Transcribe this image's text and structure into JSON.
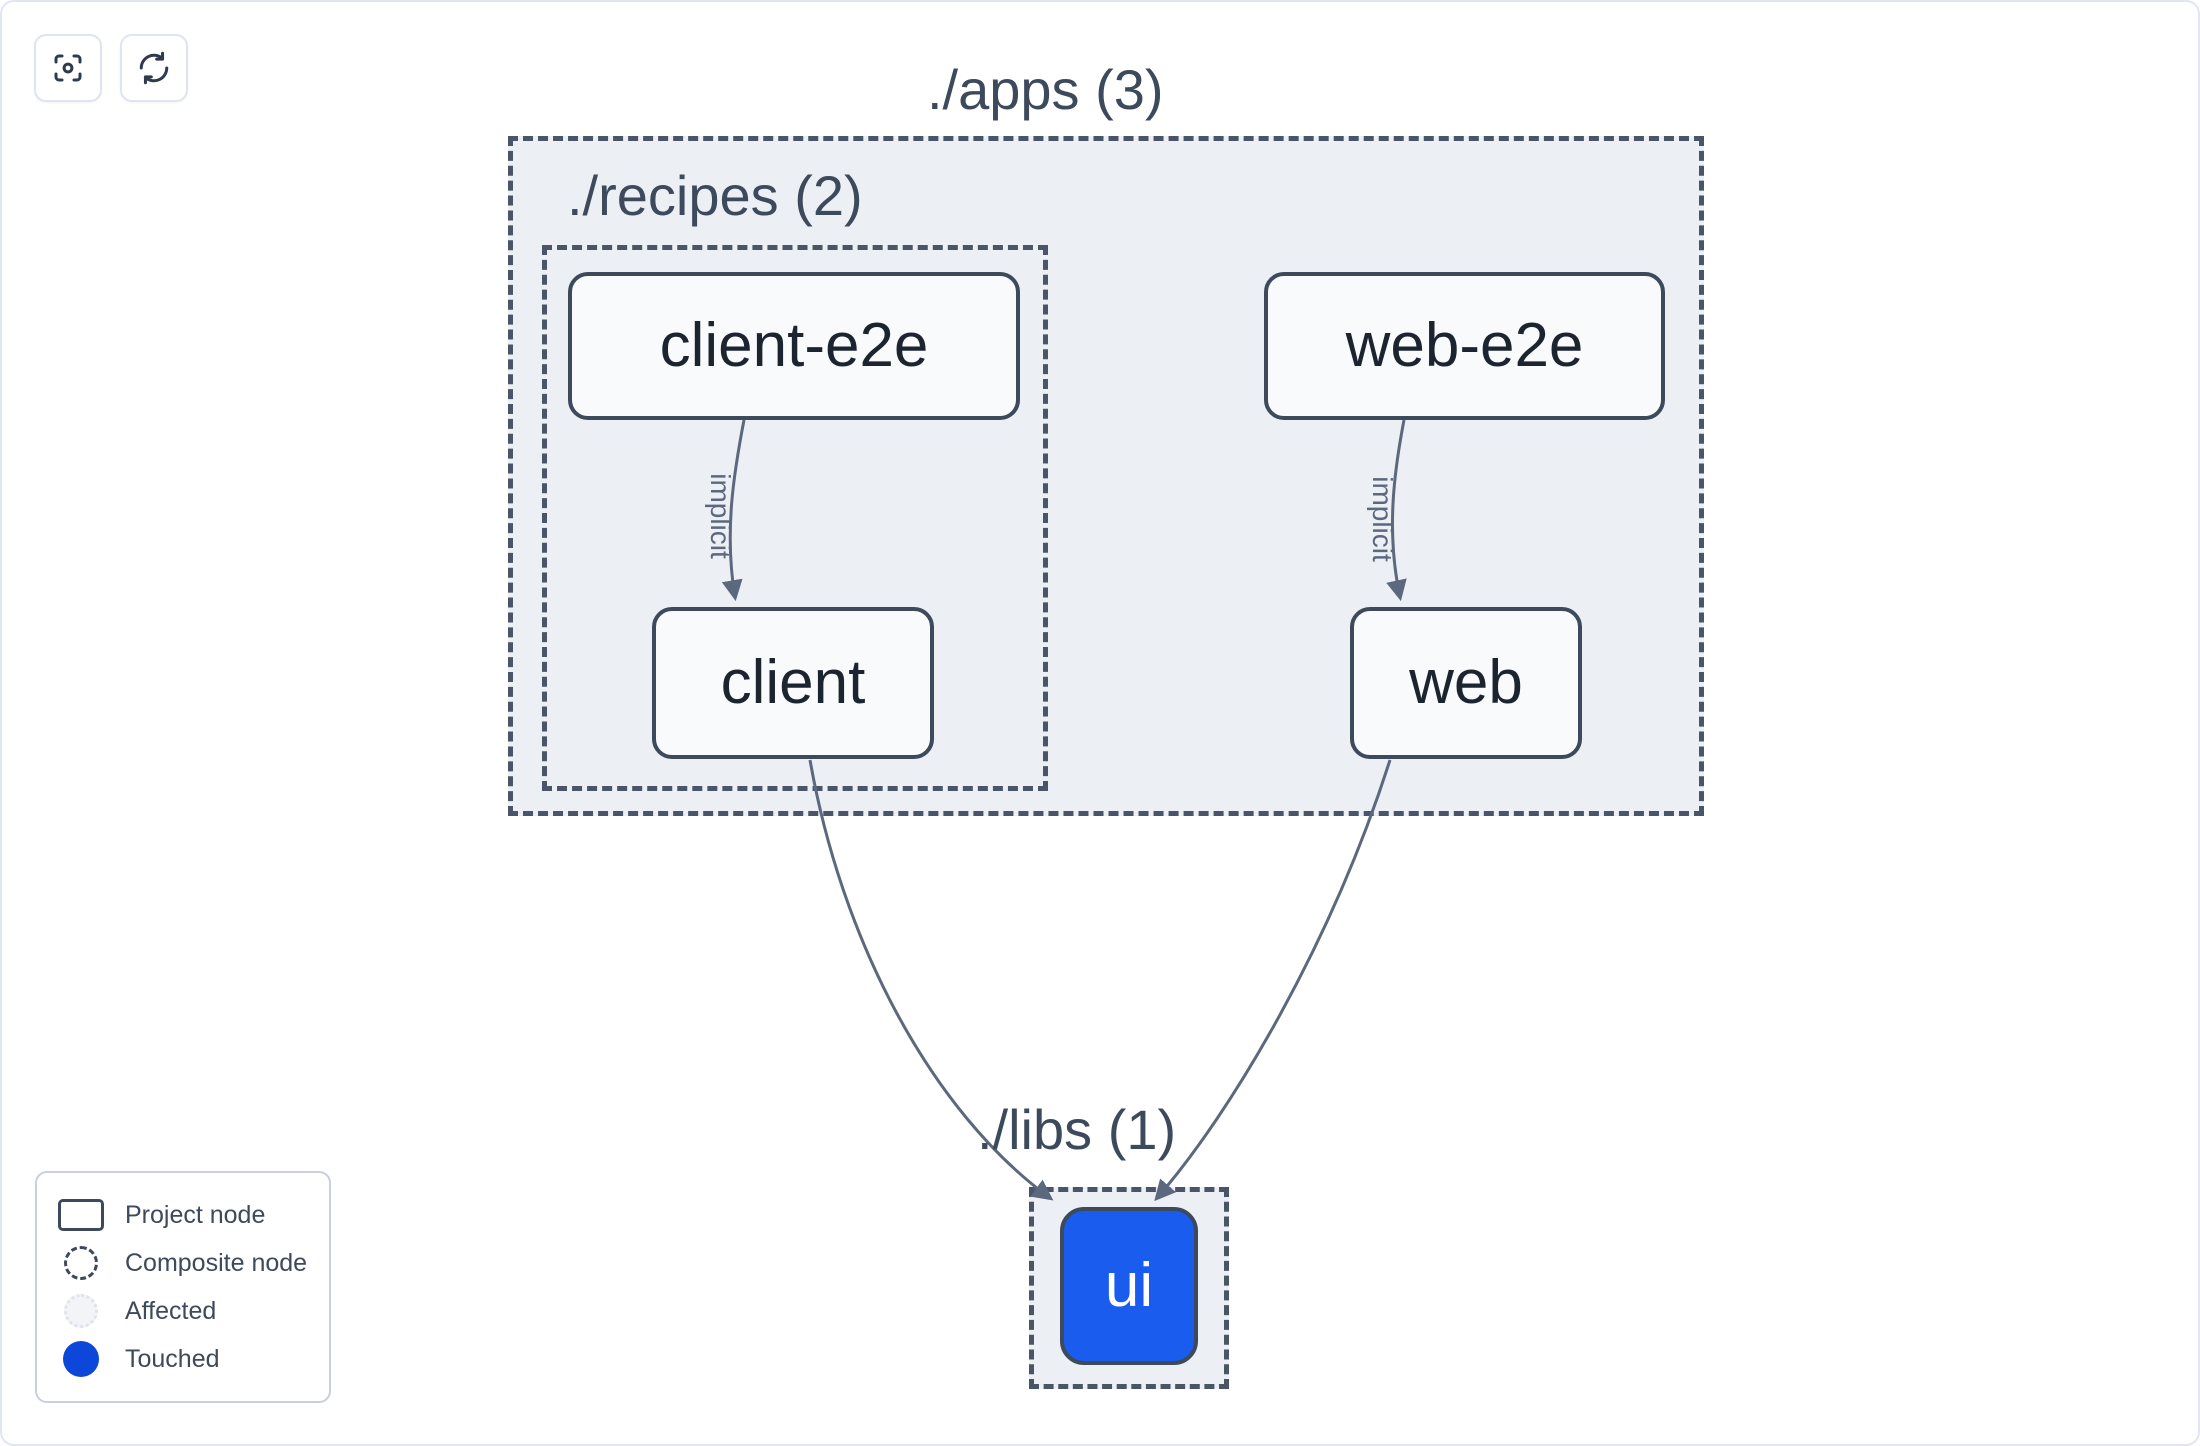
{
  "toolbar": {
    "buttons": [
      {
        "name": "focus-icon",
        "label": "Focus graph"
      },
      {
        "name": "refresh-icon",
        "label": "Refresh graph"
      }
    ]
  },
  "graph": {
    "groups": [
      {
        "id": "apps",
        "label": "./apps (3)",
        "count": 3
      },
      {
        "id": "recipes",
        "label": "./recipes (2)",
        "count": 2
      },
      {
        "id": "libs",
        "label": "./libs (1)",
        "count": 1
      }
    ],
    "nodes": [
      {
        "id": "client-e2e",
        "label": "client-e2e",
        "state": "project"
      },
      {
        "id": "web-e2e",
        "label": "web-e2e",
        "state": "project"
      },
      {
        "id": "client",
        "label": "client",
        "state": "project"
      },
      {
        "id": "web",
        "label": "web",
        "state": "project"
      },
      {
        "id": "ui",
        "label": "ui",
        "state": "touched"
      }
    ],
    "edges": [
      {
        "from": "client-e2e",
        "to": "client",
        "label": "implicit"
      },
      {
        "from": "web-e2e",
        "to": "web",
        "label": "implicit"
      },
      {
        "from": "client",
        "to": "ui",
        "label": ""
      },
      {
        "from": "web",
        "to": "ui",
        "label": ""
      }
    ]
  },
  "legend": {
    "items": [
      {
        "swatch": "project-node-swatch",
        "label": "Project node"
      },
      {
        "swatch": "composite-node-swatch",
        "label": "Composite node"
      },
      {
        "swatch": "affected-swatch",
        "label": "Affected"
      },
      {
        "swatch": "touched-swatch",
        "label": "Touched"
      }
    ]
  },
  "colors": {
    "touched": "#1a5ced",
    "touched_legend": "#0d47d9",
    "group_fill": "#eceff4",
    "group_border": "#4a5568",
    "node_border": "#3d4a5c",
    "node_fill": "#f8fafc",
    "edge": "#5b687e",
    "text": "#1c2430"
  }
}
